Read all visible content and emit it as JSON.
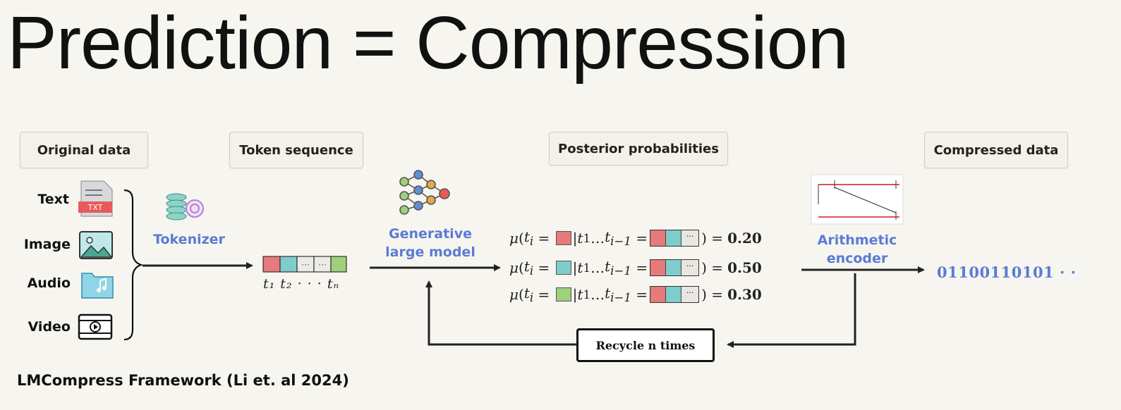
{
  "title": "Prediction = Compression",
  "stage_labels": {
    "original": "Original data",
    "token": "Token sequence",
    "posterior": "Posterior probabilities",
    "compressed": "Compressed data"
  },
  "data_types": [
    "Text",
    "Image",
    "Audio",
    "Video"
  ],
  "txt_badge": "TXT",
  "tokenizer": "Tokenizer",
  "model": [
    "Generative",
    "large model"
  ],
  "encoder": [
    "Arithmetic",
    "encoder"
  ],
  "token_seq_label": "t₁ t₂ · · · tₙ",
  "equations": [
    {
      "color": "#e77a7a",
      "value": "0.20"
    },
    {
      "color": "#7fcccc",
      "value": "0.50"
    },
    {
      "color": "#9fd07a",
      "value": "0.30"
    }
  ],
  "recycle": "Recycle n times",
  "bits": "01100110101 · ·",
  "caption": "LMCompress Framework (Li et. al 2024)",
  "colors": {
    "accent_blue": "#5a7bd6",
    "red": "#e77a7a",
    "teal": "#7fcccc",
    "green": "#9fd07a"
  }
}
